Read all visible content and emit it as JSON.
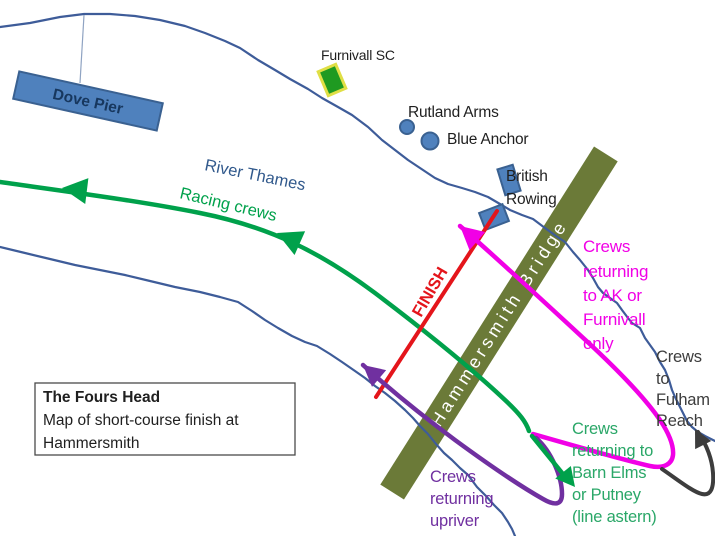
{
  "title_box": {
    "line1": "The Fours Head",
    "line2": "Map of short-course finish at",
    "line3": "Hammersmith"
  },
  "labels": {
    "dove_pier": "Dove Pier",
    "furnivall": "Furnivall SC",
    "rutland_arms": "Rutland Arms",
    "blue_anchor": "Blue Anchor",
    "british_rowing_1": "British",
    "british_rowing_2": "Rowing",
    "river_thames": "River Thames",
    "racing_crews": "Racing crews",
    "bridge": "Hammersmith Bridge",
    "finish": "FINISH"
  },
  "routes": {
    "racing": {
      "label": "Racing crews",
      "color": "#00a14b"
    },
    "finish_line": {
      "label": "FINISH",
      "color": "#e4151b"
    },
    "magenta": {
      "lines": [
        "Crews",
        "returning",
        "to AK or",
        "Furnivall",
        "only"
      ],
      "color": "#f100e6"
    },
    "purple": {
      "lines": [
        "Crews",
        "returning",
        "upriver"
      ],
      "color": "#7030a0"
    },
    "green_return": {
      "lines": [
        "Crews",
        "returning to",
        "Barn Elms",
        "or Putney",
        "(line astern)"
      ],
      "color": "#2aa768"
    },
    "fulham": {
      "lines": [
        "Crews",
        "to",
        "Fulham",
        "Reach"
      ],
      "color": "#3d3d3d"
    }
  },
  "colors": {
    "river_bank": "#3e5c99",
    "bridge": "#6b7a38",
    "bridge_text": "#ffffff",
    "blue_marker_fill": "#4f81bd",
    "blue_marker_stroke": "#3a6191",
    "furnivall_fill": "#1f9a21",
    "furnivall_stroke": "#e0df45",
    "river_label": "#31598c",
    "dove_pier_text": "#17375e"
  }
}
